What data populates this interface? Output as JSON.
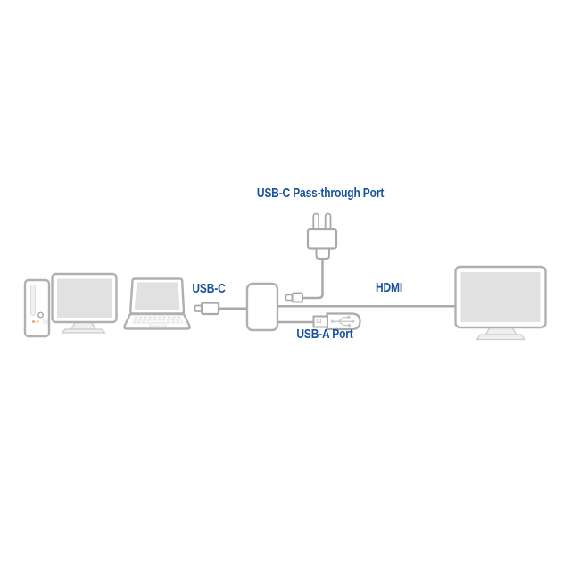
{
  "diagram": {
    "labels": {
      "passthrough_port": "USB-C Pass-through Port",
      "usb_c": "USB-C",
      "hdmi": "HDMI",
      "usb_a_port": "USB-A Port"
    },
    "devices": [
      "desktop-tower-icon",
      "desktop-monitor-icon",
      "laptop-icon",
      "usb-c-connector-icon",
      "usb-c-hub-icon",
      "power-adapter-plug-icon",
      "usb-c-passthrough-connector-icon",
      "usb-flash-drive-icon",
      "external-monitor-icon"
    ],
    "colors": {
      "label_text": "#19529b",
      "device_outline": "#b0b0b0",
      "cable": "#a9a9a9",
      "screen_fill": "#e1e1e1",
      "background": "#ffffff"
    }
  }
}
